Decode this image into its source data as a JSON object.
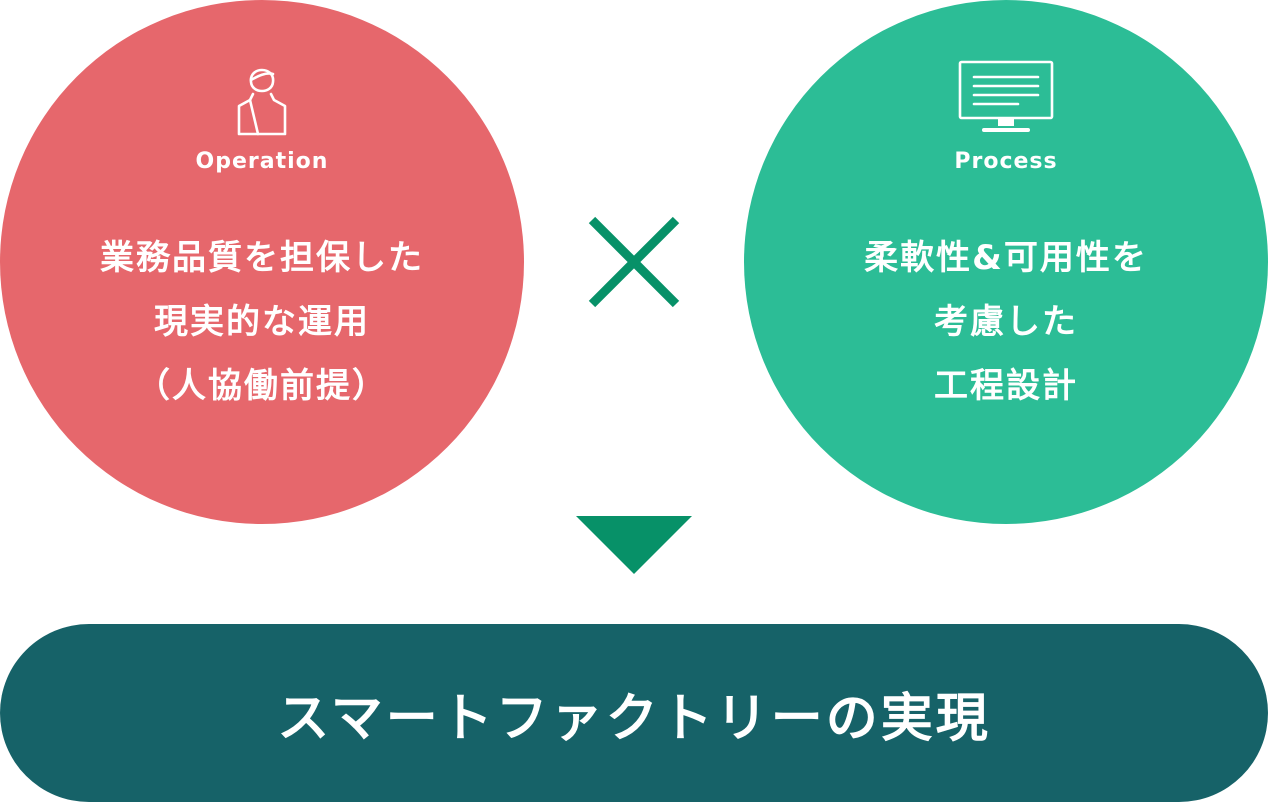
{
  "colors": {
    "operation": "#E6676C",
    "process": "#2CBD96",
    "accent": "#079168",
    "banner": "#166268"
  },
  "operation": {
    "icon": "person-icon",
    "label": "Operation",
    "lines": [
      "業務品質を担保した",
      "現実的な運用",
      "（人協働前提）"
    ]
  },
  "process": {
    "icon": "monitor-icon",
    "label": "Process",
    "lines": [
      "柔軟性&可用性を",
      "考慮した",
      "工程設計"
    ]
  },
  "connector": {
    "combine_icon": "cross-icon",
    "flow_icon": "arrow-down-icon"
  },
  "result": {
    "text": "スマートファクトリーの実現"
  }
}
